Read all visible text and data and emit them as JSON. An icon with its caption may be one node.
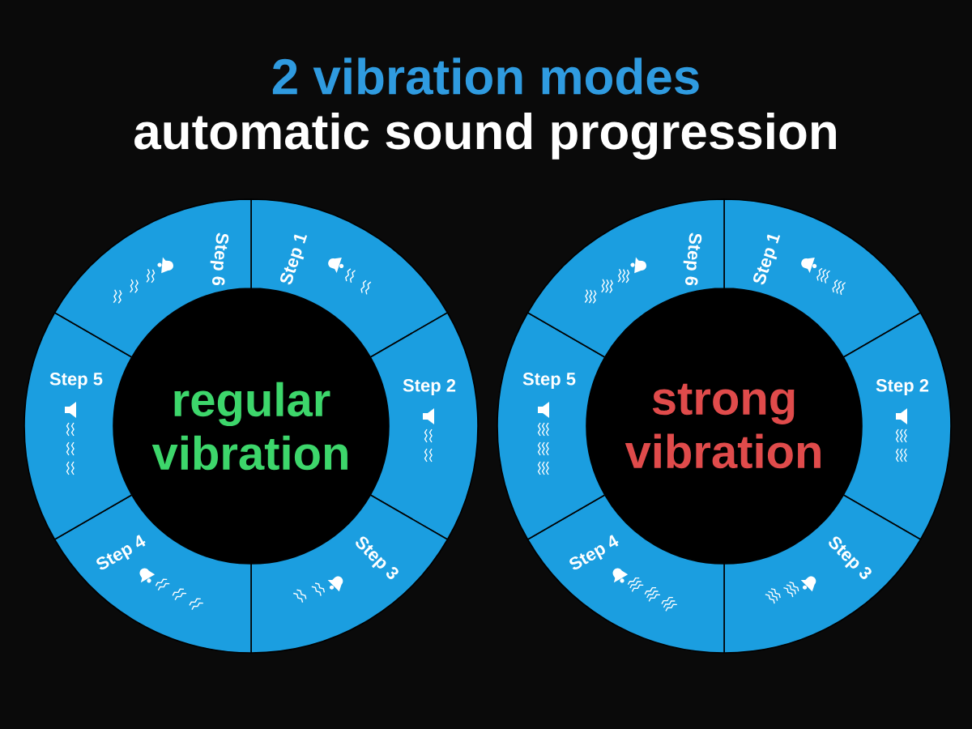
{
  "diagram": {
    "title": "2 vibration modes",
    "nodes": [
      {
        "text": [
          "regular vibration"
        ]
      },
      {
        "text": [
          "Step 1"
        ]
      },
      {
        "text": [
          "Step 2"
        ]
      },
      {
        "text": [
          "Step 3"
        ]
      },
      {
        "text": [
          "Step 4"
        ]
      },
      {
        "text": [
          "Step 5"
        ]
      },
      {
        "text": [
          "Step 6"
        ]
      },
      {
        "text": [
          "strong vibration"
        ]
      },
      {
        "text": [
          "Step 1"
        ]
      },
      {
        "text": [
          "Step 2"
        ]
      },
      {
        "text": [
          "Step 3"
        ]
      },
      {
        "text": [
          "Step 4"
        ]
      },
      {
        "text": [
          "Step 5"
        ]
      },
      {
        "text": [
          "Step 6"
        ]
      }
    ],
    "labels": [
      "automatic sound progression"
    ]
  }
}
